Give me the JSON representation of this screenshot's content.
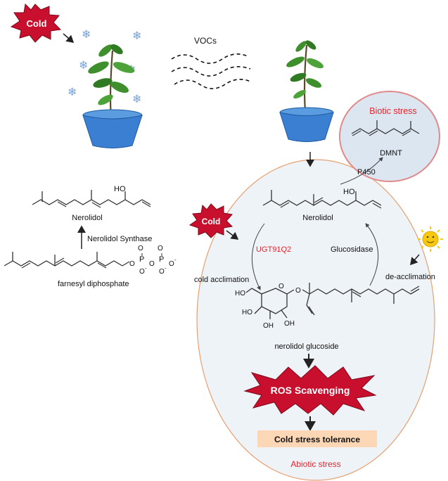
{
  "labels": {
    "cold_badge_top": "Cold",
    "vocs": "VOCs",
    "nerolidol_left": "Nerolidol",
    "ho_left": "HO",
    "nerolidol_synthase": "Nerolidol Synthase",
    "farnesyl": "farnesyl diphosphate",
    "p_left": "P",
    "p_right": "P",
    "o": "O",
    "o_minus": "O",
    "minus": "-",
    "biotic_stress": "Biotic stress",
    "dmnt": "DMNT",
    "p450": "P450",
    "cold_badge_mid": "Cold",
    "nerolidol_center": "Nerolidol",
    "ho_center": "HO",
    "ugt": "UGT91Q2",
    "glucosidase": "Glucosidase",
    "cold_acclimation": "cold acclimation",
    "de_acclimation": "de-acclimation",
    "oh": "OH",
    "ho_sugar": "HO",
    "ho_sugar2": "HO",
    "ring_o": "O",
    "glyco_o": "O",
    "nerolidol_glucoside": "nerolidol glucoside",
    "ros": "ROS Scavenging",
    "tolerance": "Cold stress tolerance",
    "abiotic_stress": "Abiotic stress"
  },
  "colors": {
    "cold_badge": "#c8102e",
    "pot": "#3a7fd1",
    "biotic_fill": "#dce6f1",
    "biotic_border": "#e08a8a",
    "red_text": "#e8232a",
    "abiotic_fill": "#eef3f8",
    "abiotic_border": "#e8a070",
    "tolerance_box": "#fbd7b6",
    "snowflake": "#7aa3d6",
    "sun": "#f6c90e"
  },
  "icons": [
    "snowflake-icon",
    "plant-icon",
    "pot-icon",
    "sun-icon",
    "cold-badge-icon",
    "ros-burst-icon"
  ]
}
